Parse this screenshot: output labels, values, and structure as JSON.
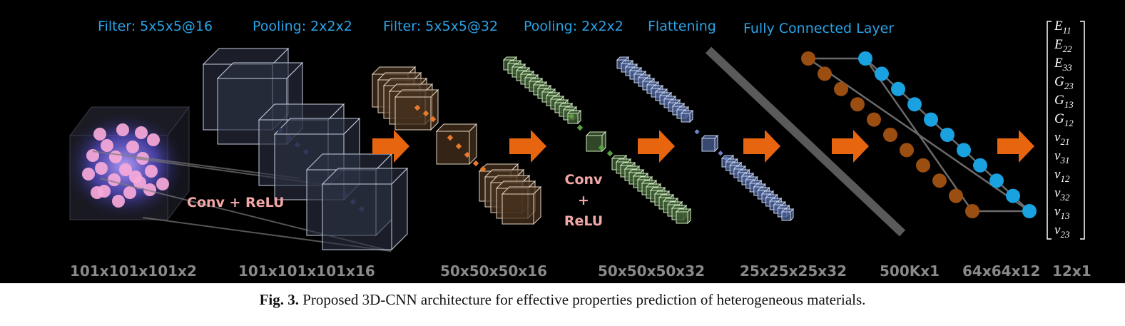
{
  "top_labels": {
    "filter1": "Filter: 5x5x5@16",
    "pool1": "Pooling: 2x2x2",
    "filter2": "Filter: 5x5x5@32",
    "pool2": "Pooling: 2x2x2",
    "flatten": "Flattening",
    "fc": "Fully Connected Layer"
  },
  "conv_labels": {
    "first": "Conv + ReLU",
    "second_1": "Conv",
    "second_2": "+",
    "second_3": "ReLU"
  },
  "dims": [
    "101x101x101x2",
    "101x101x101x16",
    "50x50x50x16",
    "50x50x50x32",
    "25x25x25x32",
    "500Kx1",
    "64x64x12",
    "12x1"
  ],
  "outputs": [
    "E11",
    "E22",
    "E33",
    "G23",
    "G13",
    "G12",
    "v21",
    "v31",
    "v12",
    "v32",
    "v13",
    "v23"
  ],
  "caption": {
    "prefix": "Fig. 3.",
    "text": " Proposed 3D-CNN architecture for effective properties prediction of heterogeneous materials."
  },
  "colors": {
    "background": "#000000",
    "label_blue": "#2aa3e8",
    "arrow_orange": "#e8650f",
    "node_brown": "#9a4e12",
    "node_blue": "#19a1e0",
    "conv_pink": "#f2a7a7",
    "dim_gray": "#8a8a8a"
  }
}
